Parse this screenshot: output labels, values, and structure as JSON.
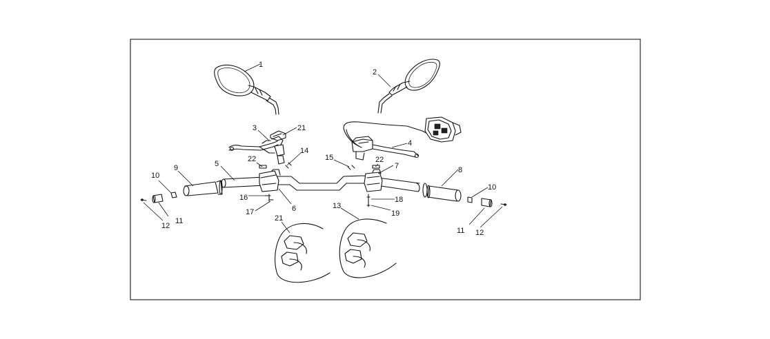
{
  "diagram": {
    "callouts": [
      "1",
      "2",
      "3",
      "4",
      "5",
      "6",
      "7",
      "8",
      "9",
      "10",
      "10",
      "11",
      "11",
      "12",
      "12",
      "13",
      "14",
      "15",
      "16",
      "17",
      "18",
      "19",
      "21",
      "21",
      "22",
      "22"
    ]
  }
}
